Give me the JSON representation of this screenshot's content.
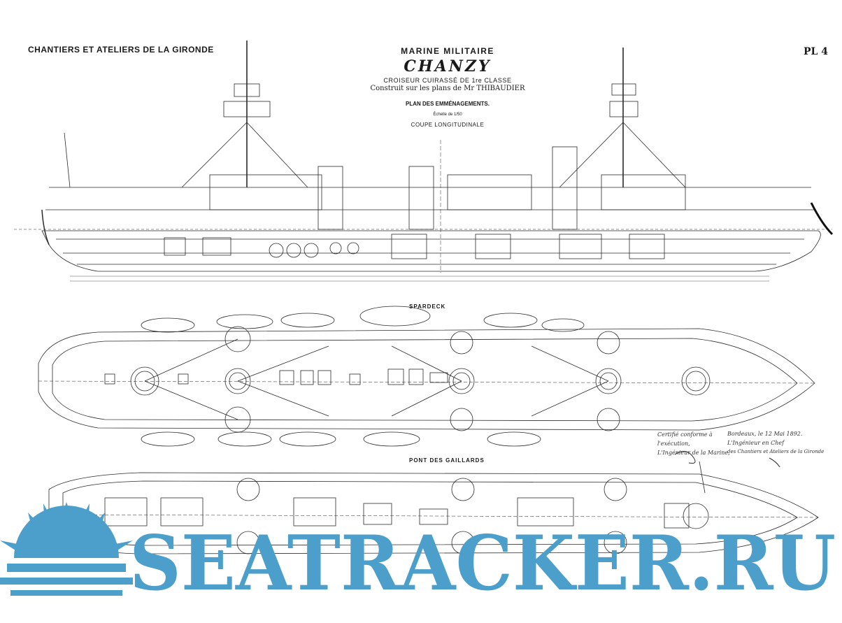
{
  "header": {
    "shipyard": "CHANTIERS ET ATELIERS DE LA GIRONDE",
    "plate": "PL 4"
  },
  "title_block": {
    "line1": "MARINE MILITAIRE",
    "ship_name": "CHANZY",
    "line3": "CROISEUR CUIRASSÉ DE 1re CLASSE",
    "line4": "Construit sur les plans de Mr THIBAUDIER",
    "line5": "PLAN DES EMMÉNAGEMENTS.",
    "scale": "Échelle de 1/50",
    "line7": "COUPE LONGITUDINALE"
  },
  "sections": {
    "spardeck": "SPARDECK",
    "pont_caillards": "PONT DES GAILLARDS"
  },
  "signatures": {
    "left_line1": "Certifié conforme à l'exécution,",
    "left_line2": "L'Ingénieur de la Marine,",
    "right_line1": "Bordeaux, le 12 Mai 1892.",
    "right_line2": "L'Ingénieur en Chef",
    "right_line3": "des Chantiers et Ateliers de la Gironde"
  },
  "watermark": {
    "text": "SEATRACKER.RU",
    "color": "#4c9ecb"
  },
  "icons": {
    "logo": "sun-burst-icon"
  }
}
